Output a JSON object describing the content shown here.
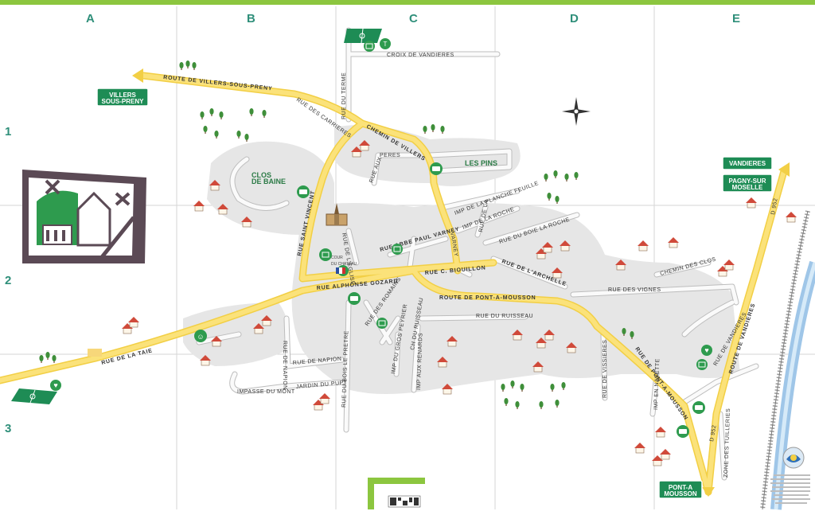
{
  "columns": [
    "A",
    "B",
    "C",
    "D",
    "E"
  ],
  "rows": [
    "1",
    "2",
    "3"
  ],
  "signs": {
    "villers": "VILLERS SOUS-PRENY",
    "vandieres": "VANDIERES",
    "pagny": "PAGNY-SUR MOSELLE",
    "pont": "PONT-A MOUSSON"
  },
  "areas": {
    "clos_de_baine": "CLOS DE BAINE",
    "les_pins": "LES PINS"
  },
  "poi": {
    "cour_du_chateau": "COUR DU CHATEAU"
  },
  "streets": {
    "croix_de_vandieres": "CROIX DE VANDIERES",
    "route_villers": "ROUTE DE VILLERS-SOUS-PRENY",
    "rue_carrieres": "RUE DES CARRIERES",
    "rue_du_terme": "RUE DU TERME",
    "chemin_villers": "CHEMIN DE VILLERS",
    "peres": "PERES",
    "rue_aux": "RUE AUX",
    "rue_saint_vincent": "RUE SAINT VINCENT",
    "imp_planche_feuille": "IMP DE LA PLANCHE FEUILLE",
    "imp_roche": "IMP DE LA ROCHE",
    "rue_boie_roche": "RUE DU BOIE LA ROCHE",
    "rue_abbe_paul_varney": "RUE ABBE PAUL VARNEY",
    "varney": "VARNEY",
    "rue_alphonse_gozard": "RUE ALPHONSE GOZARD",
    "rue_c_biouillon": "RUE C. BIOUILLON",
    "rue_archelle": "RUE DE L'ARCHELLE",
    "rue_eglise": "RUE DE L'EGLISE",
    "route_pont": "ROUTE DE PONT-A-MOUSSON",
    "rue_vignes": "RUE DES VIGNES",
    "chemin_clos": "CHEMIN DES CLOS",
    "rue_ruisseau": "RUE DU RUISSEAU",
    "rue_de_la_taie": "RUE DE LA TAIE",
    "rue_napion": "RUE DE NAPION",
    "impasse_mont": "IMPASSE DU MONT",
    "jardin_pupt": "JARDIN DU PUPT",
    "rue_bois_pretre": "RUE DU BOIS LE PRETRE",
    "rue_romains": "RUE DES ROMAINS",
    "ch_ruisseau": "CH DU RUISSEAU",
    "imp_gros_peyrier": "IMP DU GROS PEYRIER",
    "imp_renards": "IMP AUX RENARDS",
    "rue_vissieres": "RUE DE VISSIERES",
    "rue_pont_mousson": "RUE DE PONT-A-MOUSSON",
    "imp_navette": "IMP EN NAVETTE",
    "rue_vandieres": "RUE DE VANDIERES",
    "route_vandieres": "ROUTE DE VANDIERES",
    "zone_tuilleries": "ZONE DES TUILLERIES",
    "d952_a": "D 952",
    "d952_b": "D 952",
    "rue_de_la": "RUE DE LA"
  },
  "colors": {
    "road": "#f2cf45",
    "road_inner": "#fbe27a",
    "accent_green": "#2f8f7a",
    "sign_green": "#1e8c55",
    "urban_grey": "#e4e4e4",
    "water": "#9fc6e8"
  },
  "icons": [
    "football-pitch-icon",
    "tennis-icon",
    "bus-stop-icon",
    "church-icon",
    "playground-icon",
    "health-icon",
    "compass-rose-icon",
    "house-icon",
    "tree-icon",
    "village-coat-of-arms-icon",
    "qr-code-icon",
    "railway-icon"
  ]
}
